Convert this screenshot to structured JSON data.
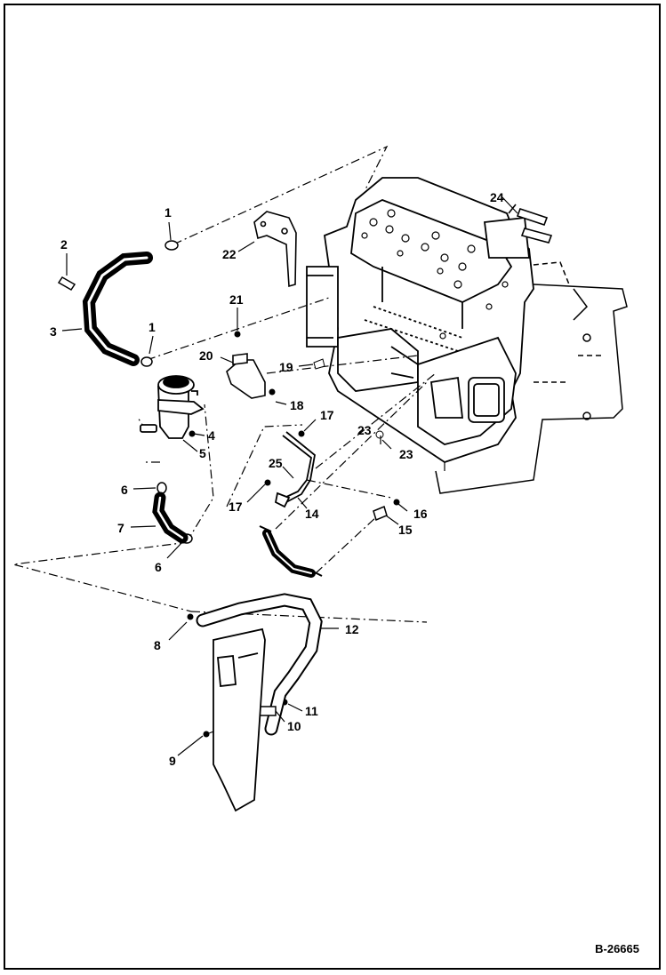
{
  "figure_code": "B-26665",
  "callouts": [
    "1",
    "2",
    "3",
    "1",
    "4",
    "5",
    "6",
    "7",
    "6",
    "8",
    "9",
    "10",
    "11",
    "12",
    "15",
    "16",
    "17",
    "17",
    "18",
    "19",
    "20",
    "21",
    "22",
    "23",
    "23",
    "24",
    "25",
    "14"
  ]
}
